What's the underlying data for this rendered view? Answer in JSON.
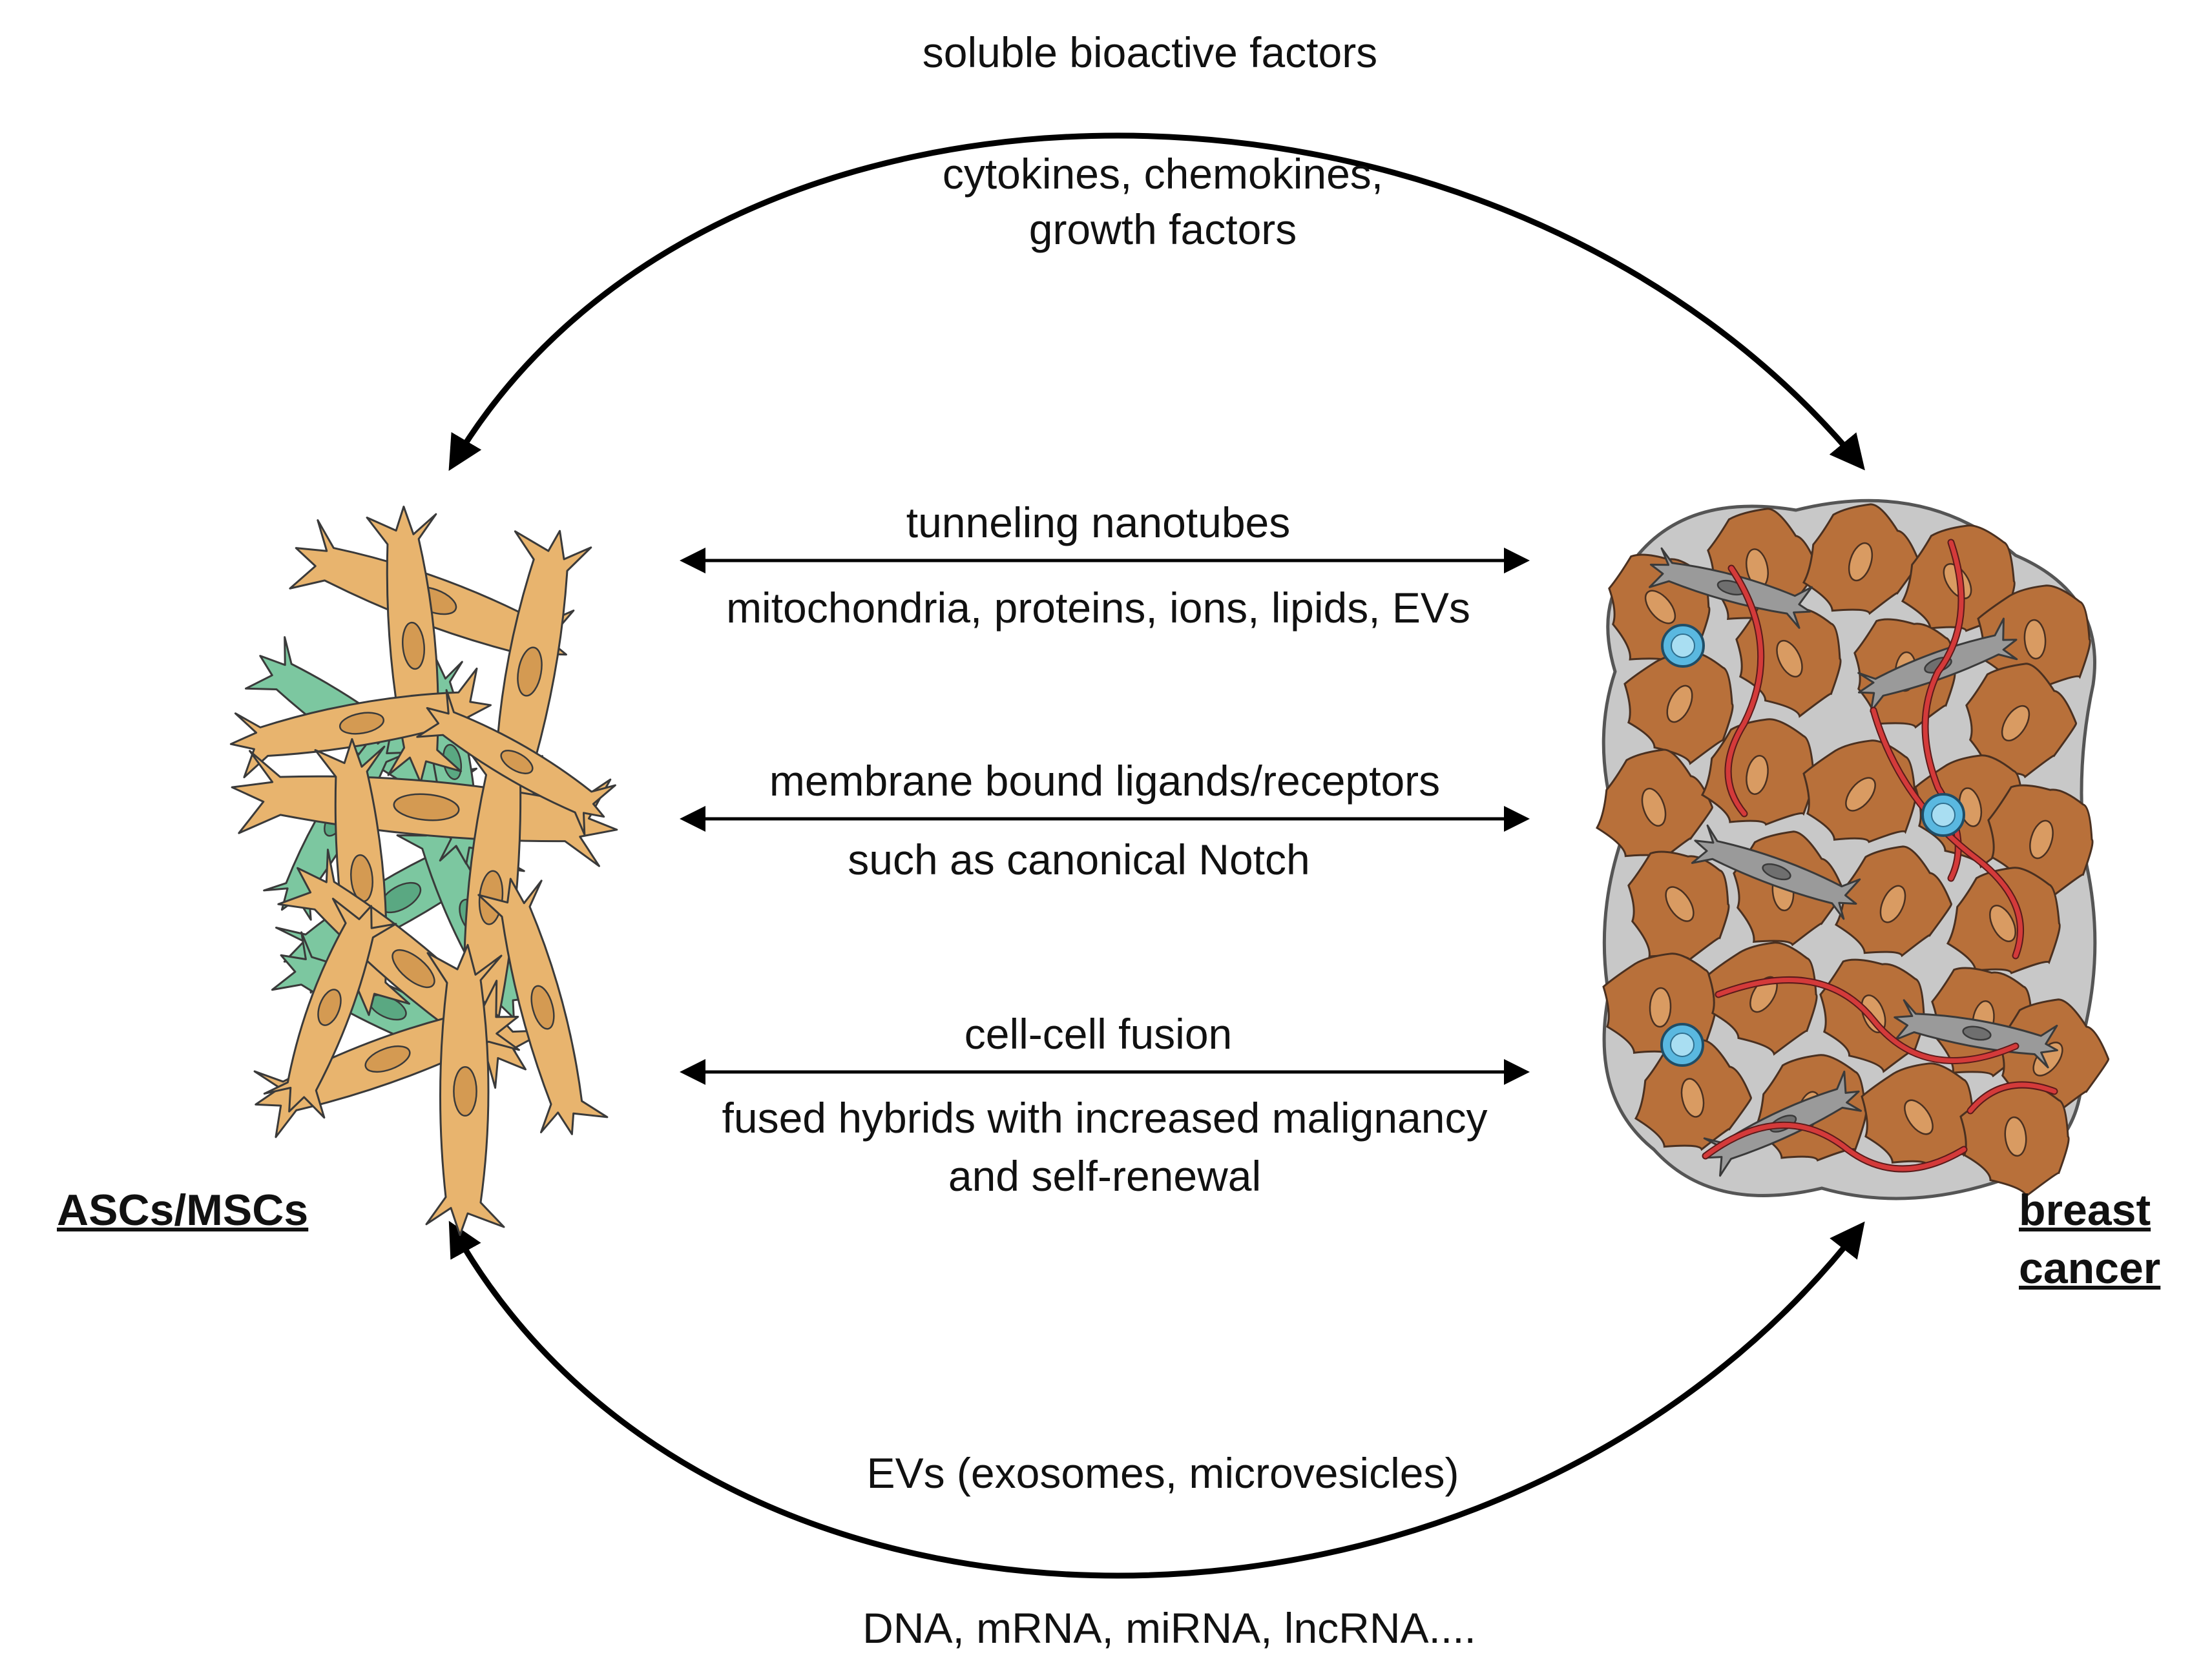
{
  "left_label": "ASCs/MSCs",
  "right_label_line1": "breast",
  "right_label_line2": "cancer",
  "top_arc": {
    "title": "soluble bioactive factors",
    "detail_line1": "cytokines, chemokines,",
    "detail_line2": "growth factors"
  },
  "middle": [
    {
      "title": "tunneling nanotubes",
      "detail_line1": "mitochondria, proteins, ions, lipids, EVs"
    },
    {
      "title": "membrane bound ligands/receptors",
      "detail_line1": "such as canonical Notch"
    },
    {
      "title": "cell-cell fusion",
      "detail_line1": "fused hybrids with increased malignancy",
      "detail_line2": "and self-renewal"
    }
  ],
  "bottom_arc": {
    "title": "EVs (exosomes, microvesicles)",
    "detail_line1": "DNA, mRNA, miRNA, lncRNA...."
  },
  "colors": {
    "msc_cell": "#e8b46e",
    "msc_cell_nucleus": "#d49a52",
    "msc_green_cell": "#7cc7a0",
    "tumor_cell": "#b8703a",
    "tumor_nucleus": "#d99b62",
    "tumor_outline": "#777777",
    "fibroblast": "#9a9a9a",
    "stem_cell": "#5ab8e0",
    "vessel": "#d43a3a",
    "arrow": "#000000"
  }
}
